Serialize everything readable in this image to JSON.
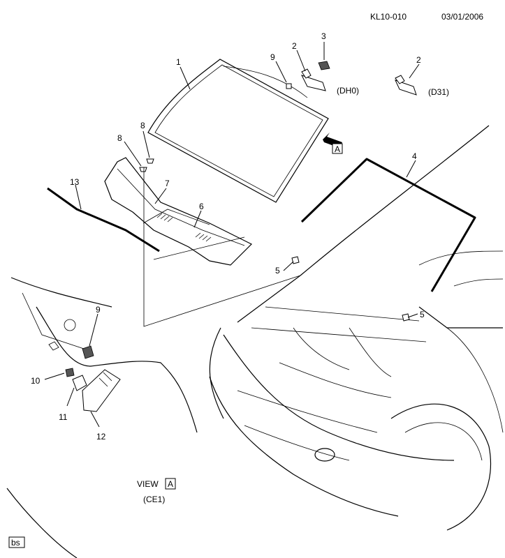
{
  "header": {
    "ref": "KL10-010",
    "date": "03/01/2006"
  },
  "callouts": {
    "windshield": "1",
    "mirror_dh0": "2",
    "mirror_d31": "2",
    "mirror_cover": "3",
    "weatherstrip": "4",
    "bumper_left": "5",
    "bumper_right": "5",
    "cowl_panel": "6",
    "cowl_grille": "7",
    "clip_upper": "8",
    "clip_lower": "8",
    "pad_top": "9",
    "pad_view": "9",
    "clip_view": "10",
    "cover_view": "11",
    "cover_large": "12",
    "molding": "13"
  },
  "option_codes": {
    "dh0": "(DH0)",
    "d31": "(D31)",
    "ce1": "(CE1)"
  },
  "view_marker": {
    "arrow_label": "A",
    "view_word": "VIEW",
    "view_letter": "A"
  },
  "footer": {
    "tag": "bs"
  }
}
